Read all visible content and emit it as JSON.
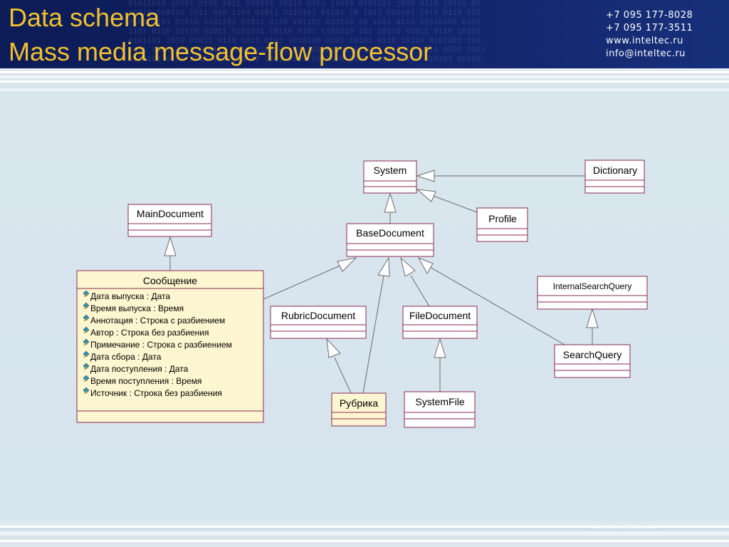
{
  "header": {
    "title_line1": "Data schema",
    "title_line2": "Mass media message-flow processor",
    "contacts": [
      "+7 095 177-8028",
      "+7 095 177-3511",
      "www.inteltec.ru",
      "info@inteltec.ru"
    ]
  },
  "footer": {
    "copyright": "copyright c inteltec plus"
  },
  "colors": {
    "header_bg": "#12236a",
    "title": "#f2c12e",
    "class_border": "#8a2a52",
    "highlight_fill": "#fdf6d0"
  },
  "diagram": {
    "classes": {
      "system": "System",
      "dictionary": "Dictionary",
      "profile": "Profile",
      "main_document": "MainDocument",
      "base_document": "BaseDocument",
      "soobshchenie": "Сообщение",
      "rubric_document": "RubricDocument",
      "file_document": "FileDocument",
      "internal_search_query": "InternalSearchQuery",
      "search_query": "SearchQuery",
      "rubrika": "Рубрика",
      "system_file": "SystemFile"
    },
    "soobshchenie_attributes": [
      "Дата выпуска : Дата",
      "Время выпуска : Время",
      "Аннотация : Строка с разбиением",
      "Автор : Строка без разбиения",
      "Примечание : Строка с разбиением",
      "Дата сбора : Дата",
      "Дата поступления : Дата",
      "Время поступления : Время",
      "Источник : Строка без разбиения"
    ]
  }
}
